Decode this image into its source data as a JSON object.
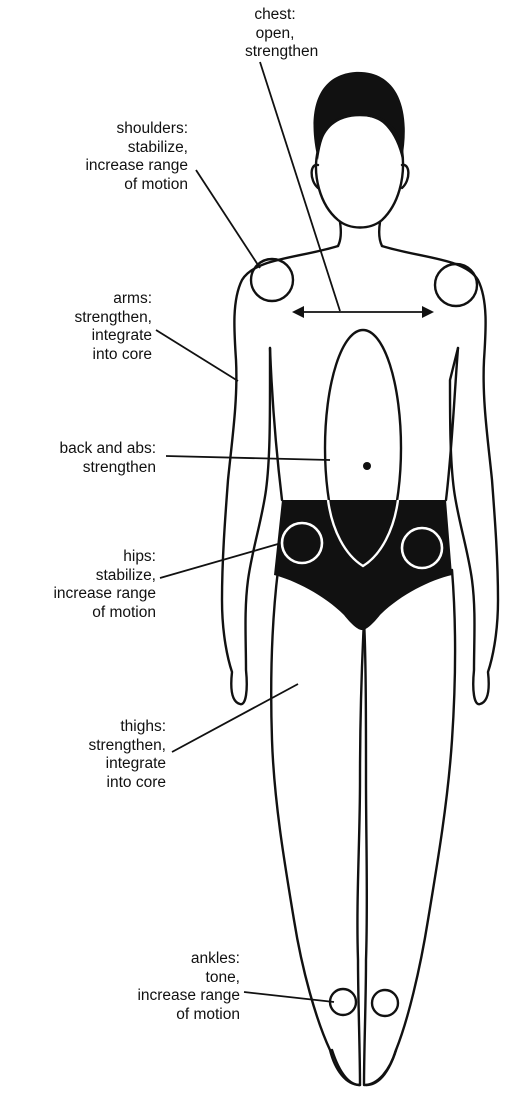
{
  "labels": {
    "chest": {
      "name": "chest:",
      "lines": [
        "open,",
        "strengthen"
      ]
    },
    "shoulders": {
      "name": "shoulders:",
      "lines": [
        "stabilize,",
        "increase range",
        "of motion"
      ]
    },
    "arms": {
      "name": "arms:",
      "lines": [
        "strengthen,",
        "integrate",
        "into core"
      ]
    },
    "back_abs": {
      "name": "back and abs:",
      "lines": [
        "strengthen"
      ]
    },
    "hips": {
      "name": "hips:",
      "lines": [
        "stabilize,",
        "increase range",
        "of motion"
      ]
    },
    "thighs": {
      "name": "thighs:",
      "lines": [
        "strengthen,",
        "integrate",
        "into core"
      ]
    },
    "ankles": {
      "name": "ankles:",
      "lines": [
        "tone,",
        "increase range",
        "of motion"
      ]
    }
  },
  "colors": {
    "ink": "#111111",
    "background": "#ffffff",
    "briefs": "#111111"
  }
}
